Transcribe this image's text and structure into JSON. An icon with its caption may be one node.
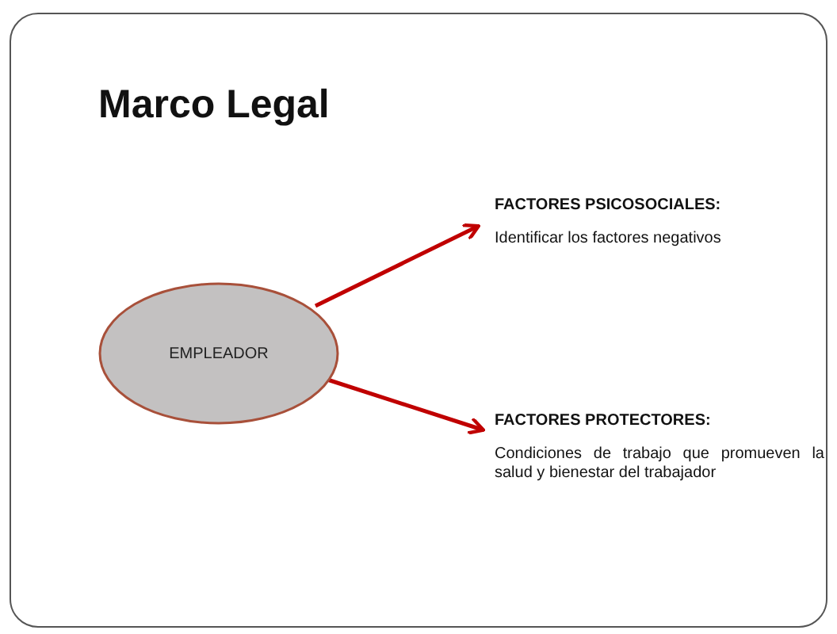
{
  "diagram": {
    "title": "Marco Legal",
    "nodes": [
      {
        "text": [
          "EMPLEADOR"
        ]
      },
      {
        "text": [
          "FACTORES PSICOSOCIALES:",
          "Identificar los factores negativos"
        ]
      },
      {
        "text": [
          "FACTORES PROTECTORES:",
          "Condiciones de trabajo que promueven la salud y bienestar del trabajador"
        ]
      }
    ],
    "edges": [
      {
        "from": 0,
        "to": 1,
        "arrow": "to"
      },
      {
        "from": 0,
        "to": 2,
        "arrow": "to"
      }
    ]
  }
}
